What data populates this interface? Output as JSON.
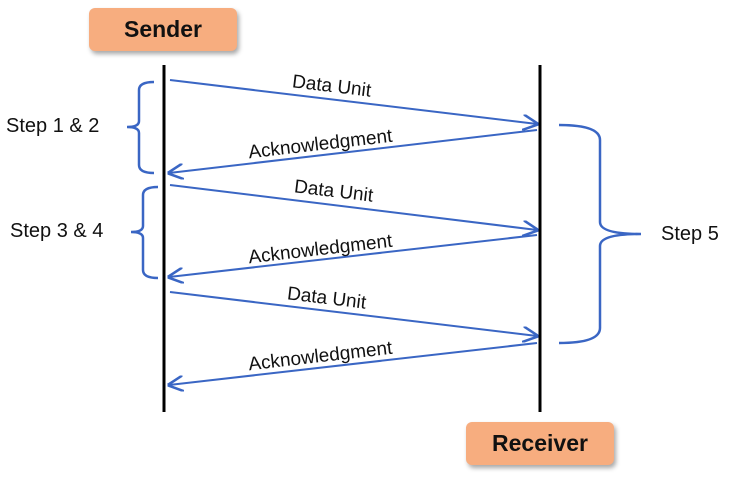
{
  "actors": {
    "sender": "Sender",
    "receiver": "Receiver"
  },
  "messages": [
    {
      "label": "Data Unit",
      "direction": "sender-to-receiver"
    },
    {
      "label": "Acknowledgment",
      "direction": "receiver-to-sender"
    },
    {
      "label": "Data Unit",
      "direction": "sender-to-receiver"
    },
    {
      "label": "Acknowledgment",
      "direction": "receiver-to-sender"
    },
    {
      "label": "Data Unit",
      "direction": "sender-to-receiver"
    },
    {
      "label": "Acknowledgment",
      "direction": "receiver-to-sender"
    }
  ],
  "steps": {
    "step_1_2": "Step 1 & 2",
    "step_3_4": "Step 3 & 4",
    "step_5": "Step 5"
  },
  "colors": {
    "arrow": "#3a66c4",
    "box_fill": "#f7ad7f",
    "lifeline": "#000000"
  }
}
